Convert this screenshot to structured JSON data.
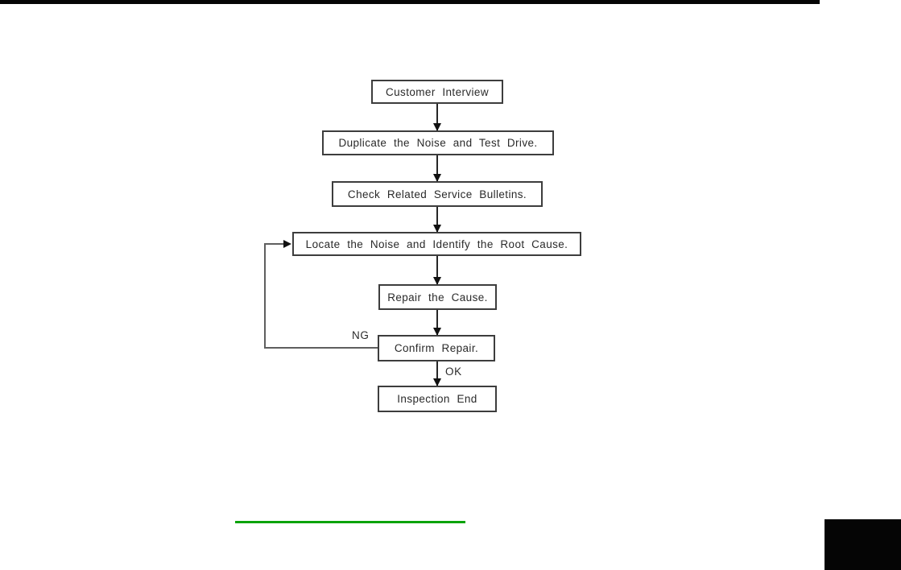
{
  "page": {
    "background": "#ffffff",
    "top_bar_color": "#050505",
    "corner_block_color": "#050505",
    "divider_color": "#0aa30a",
    "line_color": "#262626",
    "text_color": "#2a2a2a"
  },
  "flowchart": {
    "nodes": [
      {
        "id": "customer-interview",
        "label": "Customer Interview"
      },
      {
        "id": "duplicate-noise",
        "label": "Duplicate the Noise and Test Drive."
      },
      {
        "id": "check-bulletins",
        "label": "Check Related Service Bulletins."
      },
      {
        "id": "locate-noise",
        "label": "Locate the Noise and Identify the Root Cause."
      },
      {
        "id": "repair-cause",
        "label": "Repair the Cause."
      },
      {
        "id": "confirm-repair",
        "label": "Confirm Repair."
      },
      {
        "id": "inspection-end",
        "label": "Inspection End"
      }
    ],
    "edges": [
      {
        "from": "customer-interview",
        "to": "duplicate-noise",
        "label": ""
      },
      {
        "from": "duplicate-noise",
        "to": "check-bulletins",
        "label": ""
      },
      {
        "from": "check-bulletins",
        "to": "locate-noise",
        "label": ""
      },
      {
        "from": "locate-noise",
        "to": "repair-cause",
        "label": ""
      },
      {
        "from": "repair-cause",
        "to": "confirm-repair",
        "label": ""
      },
      {
        "from": "confirm-repair",
        "to": "inspection-end",
        "label": "OK"
      },
      {
        "from": "confirm-repair",
        "to": "locate-noise",
        "label": "NG"
      }
    ],
    "labels": {
      "ng": "NG",
      "ok": "OK"
    }
  }
}
